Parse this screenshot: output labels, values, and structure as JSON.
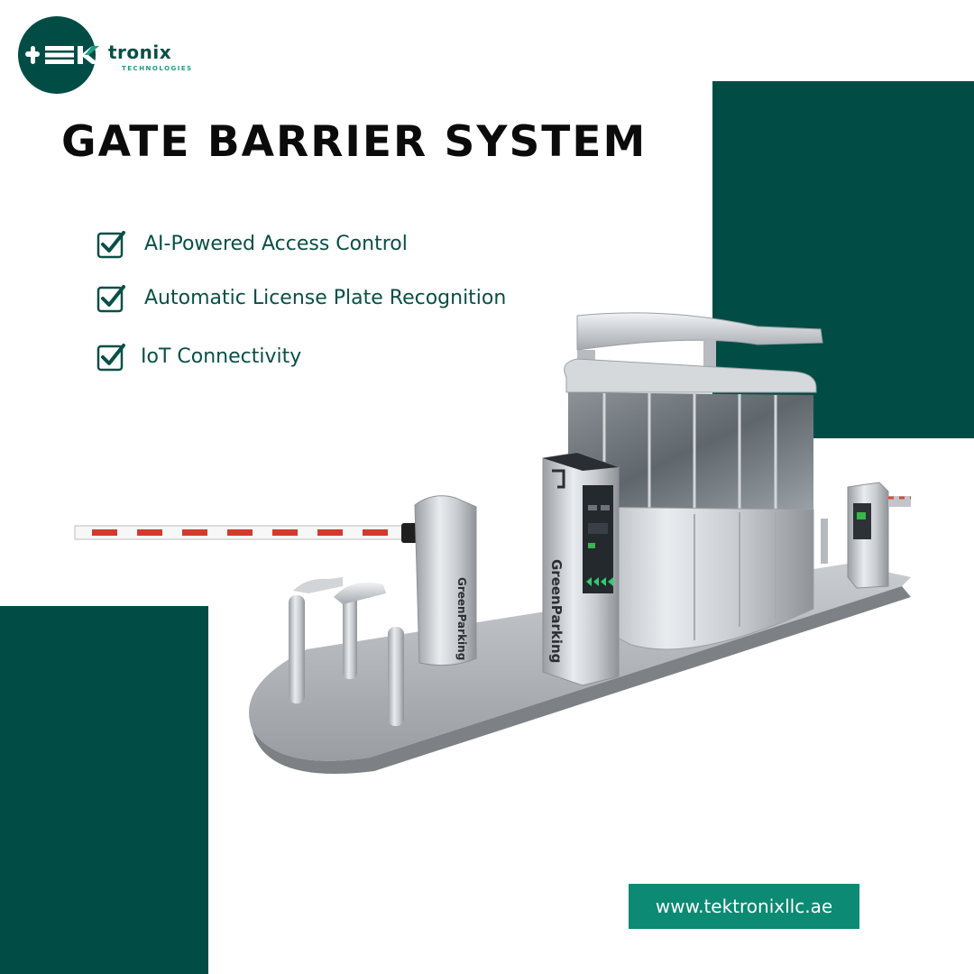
{
  "brand": {
    "name": "tronix",
    "tagline": "TECHNOLOGIES",
    "logo_mark": "tEK",
    "color_primary": "#014d46",
    "color_accent": "#0c8a73"
  },
  "headline": "GATE BARRIER SYSTEM",
  "features": [
    {
      "icon": "checkbox-check-icon",
      "label": "AI-Powered Access Control"
    },
    {
      "icon": "checkbox-check-icon",
      "label": "Automatic License Plate Recognition"
    },
    {
      "icon": "checkbox-check-icon",
      "label": "IoT Connectivity"
    }
  ],
  "product": {
    "kiosk_text": "GreenParking",
    "barrier_text": "GreenParking"
  },
  "website": "www.tektronixllc.ae"
}
